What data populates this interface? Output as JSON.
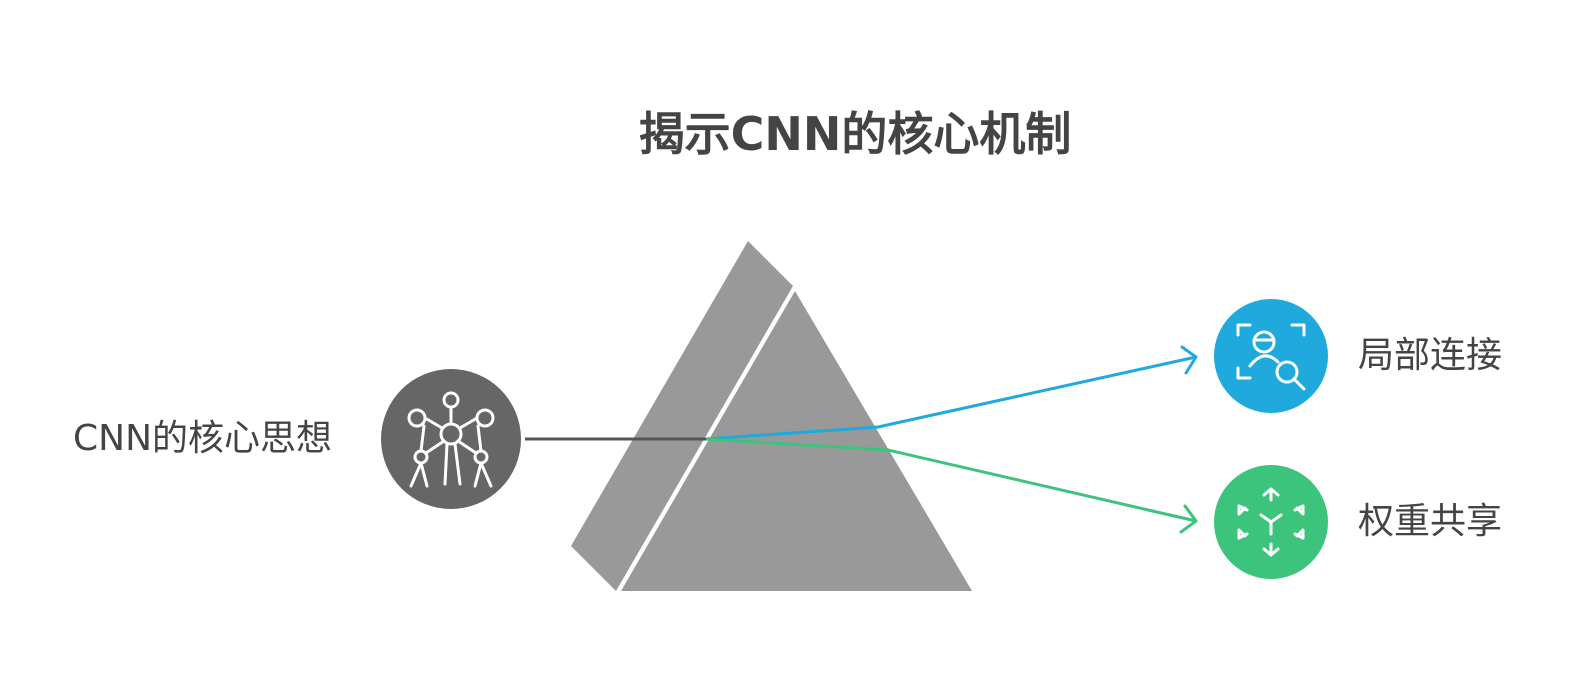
{
  "title": "揭示CNN的核心机制",
  "input": {
    "label": "CNN的核心思想",
    "icon": "network-structure-icon",
    "color": "#666666"
  },
  "prism": {
    "color": "#999999"
  },
  "outputs": [
    {
      "label": "局部连接",
      "icon": "face-scan-search-icon",
      "color": "#1fa9dc"
    },
    {
      "label": "权重共享",
      "icon": "cube-scan-icon",
      "color": "#3cc47c"
    }
  ]
}
